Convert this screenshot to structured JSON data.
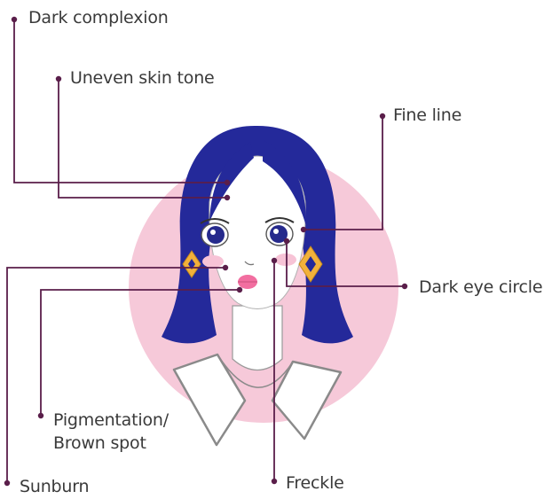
{
  "labels": {
    "dark_complexion": "Dark complexion",
    "uneven_skin_tone": "Uneven skin tone",
    "fine_line": "Fine line",
    "dark_eye_circle": "Dark eye circle",
    "pigmentation_line1": "Pigmentation/",
    "pigmentation_line2": "Brown spot",
    "sunburn": "Sunburn",
    "freckle": "Freckle"
  },
  "colors": {
    "leader_line": "#5a1e4a",
    "hair": "#24299a",
    "background_circle": "#f6c9d9",
    "earring": "#f2b13a",
    "lips": "#f26ea0",
    "iris": "#262a8c"
  }
}
